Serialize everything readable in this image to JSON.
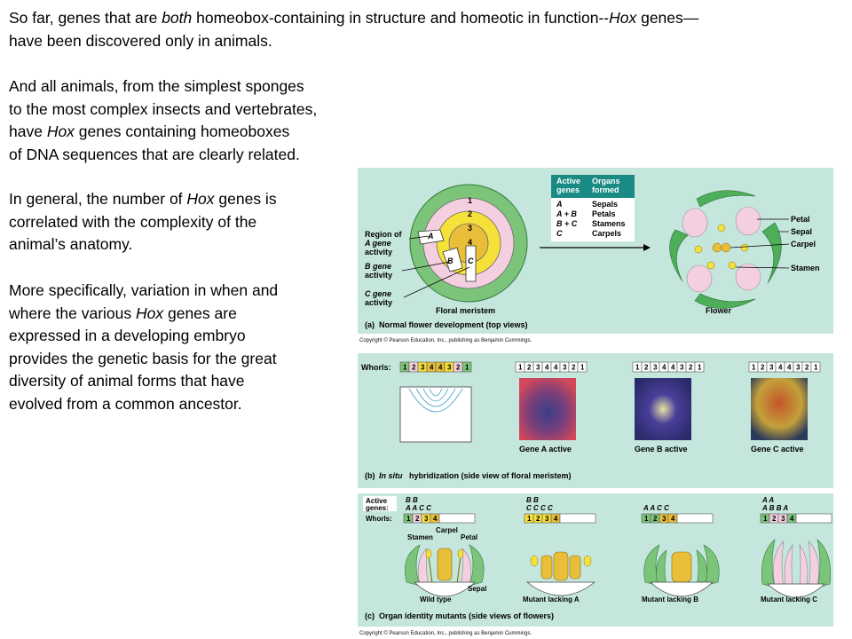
{
  "text": {
    "p1a": "So far, genes that are ",
    "p1b": "both",
    "p1c": " homeobox-containing in structure and homeotic in function--",
    "p1d": "Hox",
    "p1e": " genes—",
    "p1f": "have been discovered only in animals.",
    "p2a": "And all animals, from the simplest sponges",
    "p2b": "to the most complex insects and vertebrates,",
    "p2c": "have ",
    "p2d": "Hox",
    "p2e": " genes containing homeoboxes",
    "p2f": "of DNA sequences that are clearly related.",
    "p3a": "In general, the number of ",
    "p3b": "Hox",
    "p3c": " genes is",
    "p3d": "correlated with the complexity of the",
    "p3e": "animal’s anatomy.",
    "p4a": "More specifically, variation in when and",
    "p4b": "where the various ",
    "p4c": "Hox",
    "p4d": " genes are",
    "p4e": "expressed in a developing embryo",
    "p4f": "provides the genetic basis for the great",
    "p4g": "diversity of animal forms that have",
    "p4h": "evolved from a common ancestor."
  },
  "figure_a": {
    "region_a": [
      "Region of",
      "A gene",
      "activity"
    ],
    "region_b": [
      "B gene",
      "activity"
    ],
    "region_c": [
      "C gene",
      "activity"
    ],
    "whorl_numbers": [
      "1",
      "2",
      "3",
      "4"
    ],
    "sector_letters": [
      "A",
      "B",
      "C"
    ],
    "meristem_label": "Floral meristem",
    "table_head_1": "Active genes",
    "table_head_1a": "Active",
    "table_head_1b": "genes",
    "table_head_2a": "Organs",
    "table_head_2b": "formed",
    "table_rows": [
      {
        "genes": "A",
        "organ": "Sepals"
      },
      {
        "genes": "A + B",
        "organ": "Petals"
      },
      {
        "genes": "B + C",
        "organ": "Stamens"
      },
      {
        "genes": "C",
        "organ": "Carpels"
      }
    ],
    "flower_labels": [
      "Petal",
      "Sepal",
      "Carpel",
      "Stamen"
    ],
    "flower_label": "Flower",
    "caption_tag": "(a)",
    "caption": "Normal flower development (top views)",
    "copyright": "Copyright © Pearson Education, Inc., publishing as Benjamin Cummings."
  },
  "figure_b": {
    "whorls_label": "Whorls:",
    "whorl_sequence": [
      "1",
      "2",
      "3",
      "4",
      "4",
      "3",
      "2",
      "1"
    ],
    "gene_a": "Gene A active",
    "gene_b": "Gene B active",
    "gene_c": "Gene C active",
    "caption_tag": "(b)",
    "caption_italic": "In situ",
    "caption": " hybridization (side view of floral meristem)"
  },
  "figure_c": {
    "active_label": [
      "Active",
      "genes:"
    ],
    "whorls_label": "Whorls:",
    "genes_top": [
      "B B",
      "B B",
      "",
      "A A"
    ],
    "genes_bottom": [
      "A A C C",
      "C C C C",
      "A A C C",
      "A B B A"
    ],
    "whorl_numbers": [
      "1",
      "2",
      "3",
      "4"
    ],
    "organ_labels": [
      "Carpel",
      "Stamen",
      "Petal",
      "Sepal"
    ],
    "mutants": [
      "Wild type",
      "Mutant lacking A",
      "Mutant lacking B",
      "Mutant lacking C"
    ],
    "caption_tag": "(c)",
    "caption": "Organ identity mutants (side views of flowers)",
    "copyright": "Copyright © Pearson Education, Inc., publishing as Benjamin Cummings."
  },
  "colors": {
    "panel_bg": "#c5e6dd",
    "whorl_green": "#7dc47b",
    "whorl_pink": "#f4cfe0",
    "whorl_yellow": "#f6e03a",
    "whorl_gold": "#e9bf3a",
    "table_header": "#1a8a84"
  }
}
